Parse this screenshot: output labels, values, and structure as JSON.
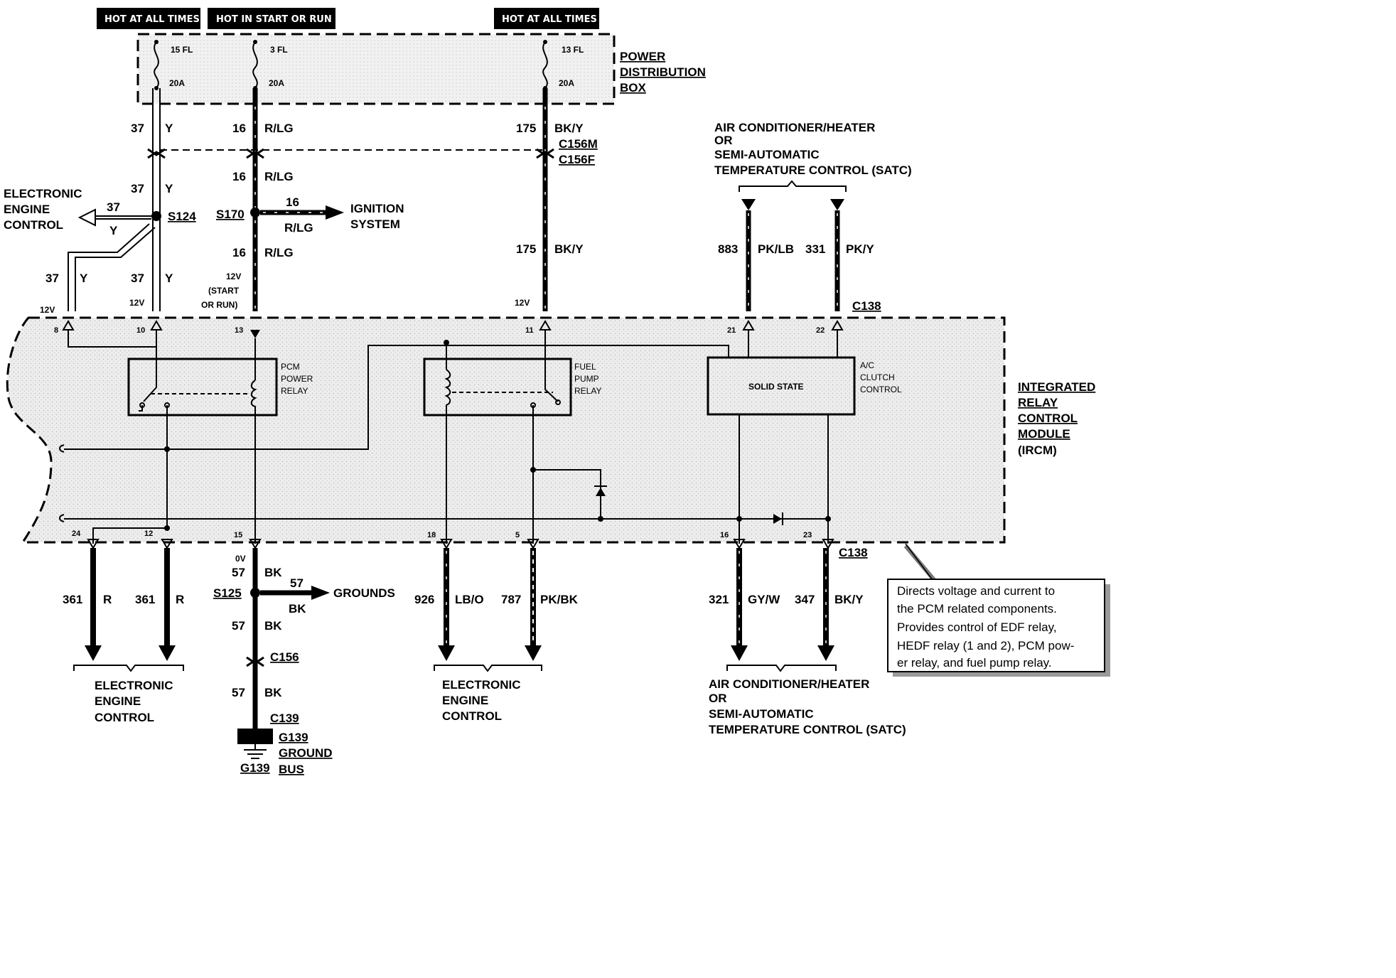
{
  "headers": {
    "left": "HOT AT ALL TIMES",
    "middle": "HOT IN START OR RUN",
    "right": "HOT AT ALL TIMES"
  },
  "power_distribution_box": {
    "title": [
      "POWER",
      "DISTRIBUTION",
      "BOX"
    ],
    "fuses": [
      {
        "name": "15 FL",
        "rating": "20A"
      },
      {
        "name": "3 FL",
        "rating": "20A"
      },
      {
        "name": "13 FL",
        "rating": "20A"
      }
    ]
  },
  "wires": {
    "w37": {
      "circuit": "37",
      "color": "Y"
    },
    "w16": {
      "circuit": "16",
      "color": "R/LG"
    },
    "w175": {
      "circuit": "175",
      "color": "BK/Y"
    },
    "w883": {
      "circuit": "883",
      "color": "PK/LB"
    },
    "w331": {
      "circuit": "331",
      "color": "PK/Y"
    },
    "w361": {
      "circuit": "361",
      "color": "R"
    },
    "w57": {
      "circuit": "57",
      "color": "BK"
    },
    "w926": {
      "circuit": "926",
      "color": "LB/O"
    },
    "w787": {
      "circuit": "787",
      "color": "PK/BK"
    },
    "w321": {
      "circuit": "321",
      "color": "GY/W"
    },
    "w347": {
      "circuit": "347",
      "color": "BK/Y"
    }
  },
  "connectors": {
    "c156m": "C156M",
    "c156f": "C156F",
    "c138_top": "C138",
    "c138_bottom": "C138",
    "c156": "C156",
    "c139": "C139",
    "g139": "G139"
  },
  "splices": {
    "s124": "S124",
    "s170": "S170",
    "s125": "S125"
  },
  "destinations": {
    "eec_left": [
      "ELECTRONIC",
      "ENGINE",
      "CONTROL"
    ],
    "ignition": [
      "IGNITION",
      "SYSTEM"
    ],
    "grounds": "GROUNDS",
    "eec_bottom_left": [
      "ELECTRONIC",
      "ENGINE",
      "CONTROL"
    ],
    "eec_bottom_mid": [
      "ELECTRONIC",
      "ENGINE",
      "CONTROL"
    ],
    "ac_top": [
      "AIR CONDITIONER/HEATER",
      "OR",
      "SEMI-AUTOMATIC",
      "TEMPERATURE CONTROL (SATC)"
    ],
    "ac_bottom": [
      "AIR CONDITIONER/HEATER",
      "OR",
      "SEMI-AUTOMATIC",
      "TEMPERATURE CONTROL (SATC)"
    ],
    "ground_bus": [
      "G139",
      "GROUND",
      "BUS"
    ]
  },
  "voltages": {
    "v12": "12V",
    "start_run": [
      "12V",
      "(START",
      "OR RUN)"
    ],
    "v0": "0V"
  },
  "ircm": {
    "title": [
      "INTEGRATED",
      "RELAY",
      "CONTROL",
      "MODULE",
      "(IRCM)"
    ],
    "pins_top": [
      "8",
      "10",
      "13",
      "11",
      "21",
      "22"
    ],
    "pins_bottom": [
      "24",
      "12",
      "15",
      "18",
      "5",
      "16",
      "23"
    ],
    "pcm_relay": [
      "PCM",
      "POWER",
      "RELAY"
    ],
    "fuel_relay": [
      "FUEL",
      "PUMP",
      "RELAY"
    ],
    "solid_state": "SOLID STATE",
    "ac_clutch": [
      "A/C",
      "CLUTCH",
      "CONTROL"
    ]
  },
  "note": [
    "Directs voltage and current to",
    "the PCM related components.",
    "Provides control of EDF relay,",
    "HEDF relay (1 and 2), PCM pow-",
    "er relay, and fuel pump relay."
  ]
}
